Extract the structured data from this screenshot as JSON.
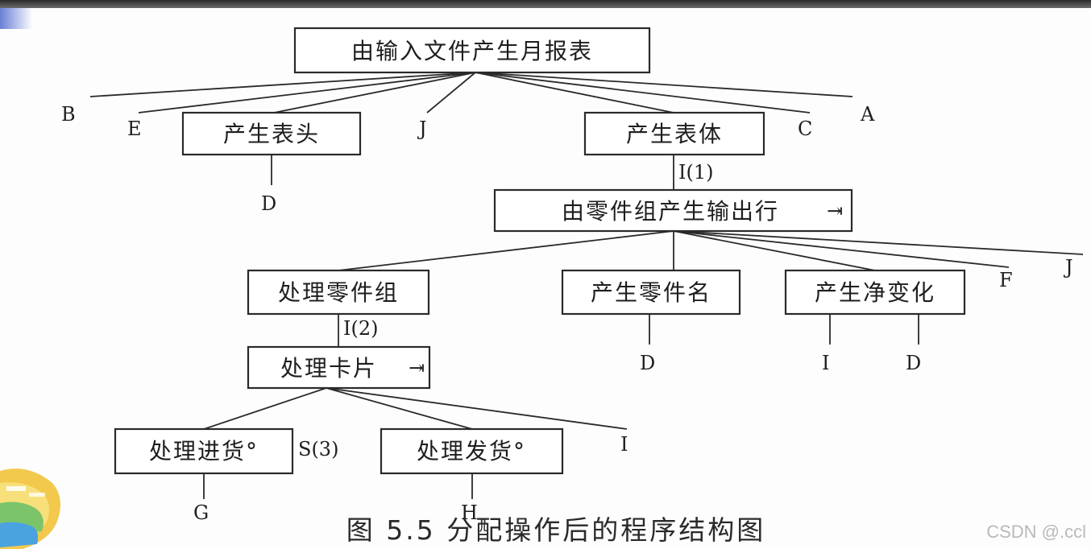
{
  "diagram": {
    "nodes": [
      {
        "id": "root",
        "label": "由输入文件产生月报表"
      },
      {
        "id": "header",
        "label": "产生表头"
      },
      {
        "id": "body",
        "label": "产生表体"
      },
      {
        "id": "output_row",
        "label": "由零件组产生输出行",
        "marker": "⇥"
      },
      {
        "id": "process_group",
        "label": "处理零件组"
      },
      {
        "id": "part_name",
        "label": "产生零件名"
      },
      {
        "id": "net_change",
        "label": "产生净变化"
      },
      {
        "id": "process_card",
        "label": "处理卡片",
        "marker": "⇥"
      },
      {
        "id": "receive",
        "label": "处理进货°"
      },
      {
        "id": "ship",
        "label": "处理发货°"
      }
    ],
    "labels": {
      "B": "B",
      "E": "E",
      "J": "J",
      "C": "C",
      "A": "A",
      "D": "D",
      "F": "F",
      "I": "I",
      "G": "G",
      "H": "H",
      "I1": "I(1)",
      "I2": "I(2)",
      "S3": "S(3)"
    }
  },
  "caption": "图 5.5  分配操作后的程序结构图",
  "watermark": "CSDN @.ccl"
}
